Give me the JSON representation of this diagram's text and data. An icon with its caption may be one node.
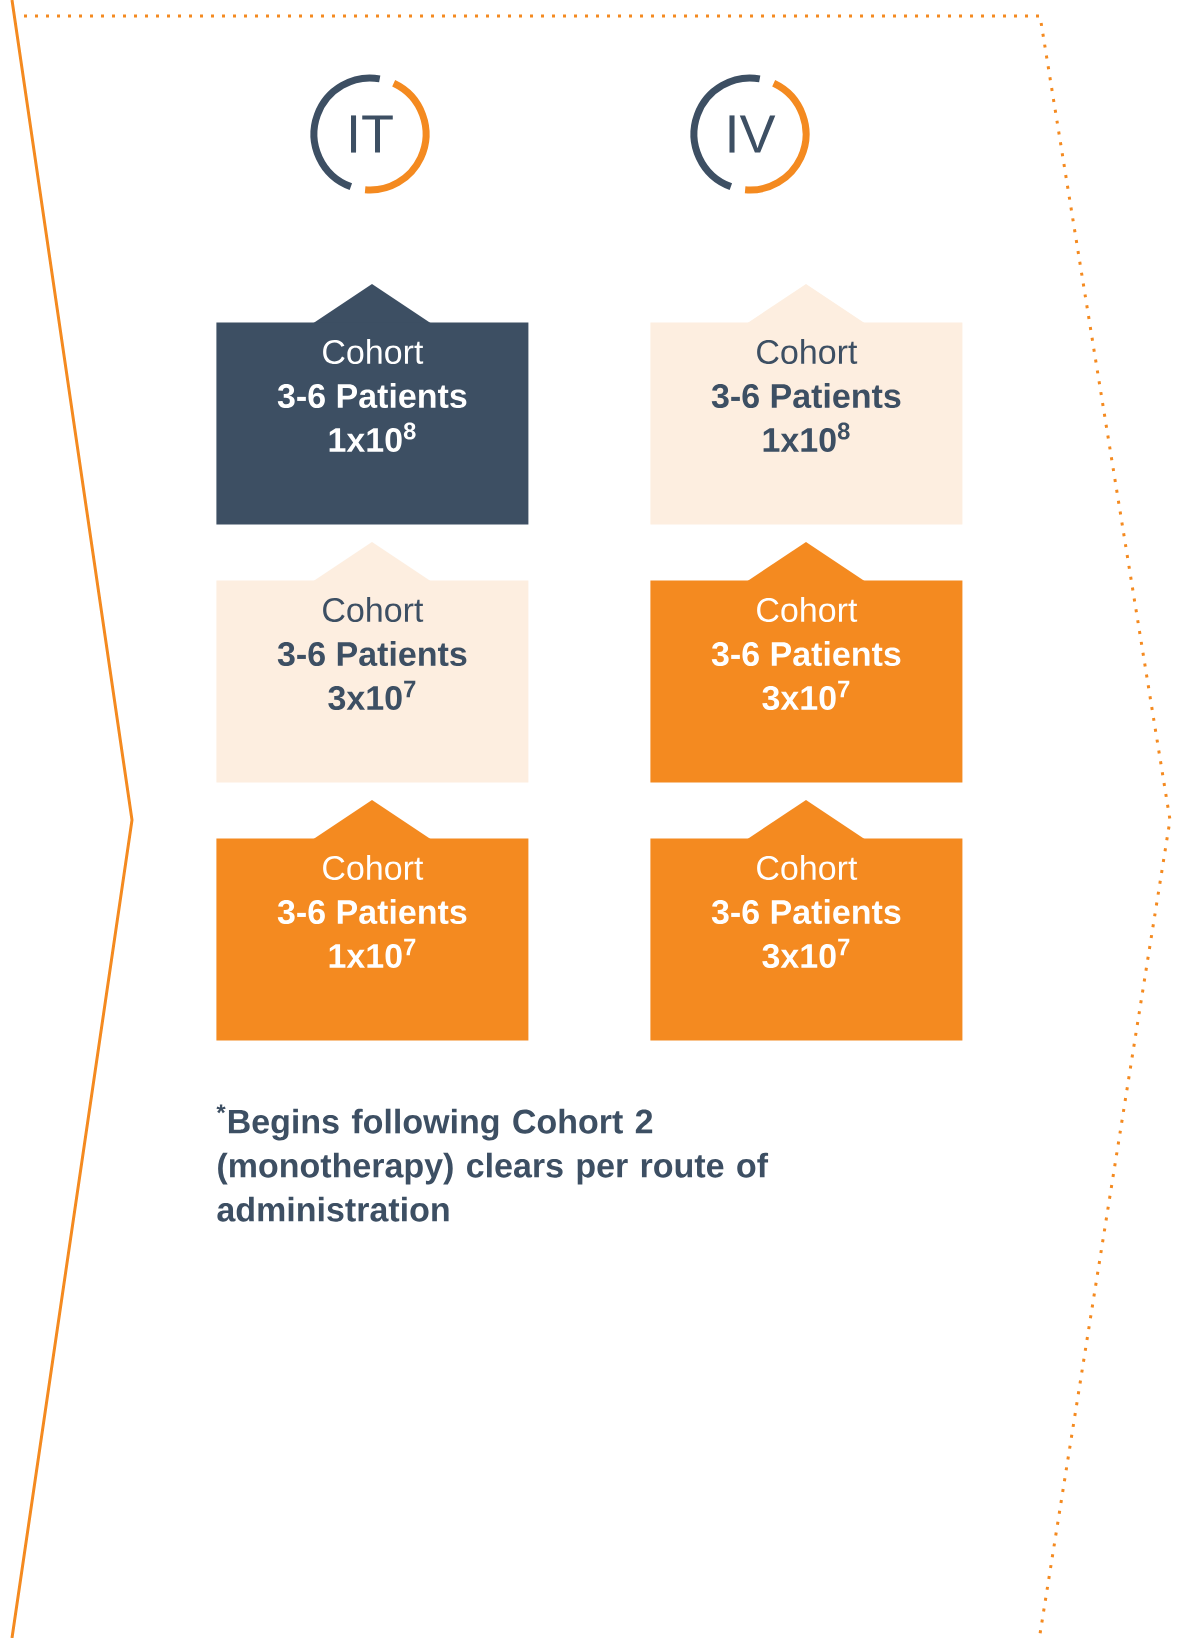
{
  "diagram": {
    "nodes": [
      {
        "text": [
          "IT"
        ]
      },
      {
        "text": [
          "IV"
        ]
      },
      {
        "text": [
          "Cohort",
          "3-6 Patients",
          "1x10$^{8}$"
        ]
      },
      {
        "text": [
          "Cohort",
          "3-6 Patients",
          "1x10$^{8}$"
        ]
      },
      {
        "text": [
          "Cohort",
          "3-6 Patients",
          "3x10$^{7}$"
        ]
      },
      {
        "text": [
          "Cohort",
          "3-6 Patients",
          "3x10$^{7}$"
        ]
      },
      {
        "text": [
          "Cohort",
          "3-6 Patients",
          "1x10$^{7}$"
        ]
      },
      {
        "text": [
          "Cohort",
          "3-6 Patients",
          "3x10$^{7}$"
        ]
      }
    ],
    "edges": [],
    "labels": [
      "$^{*}$Begins following Cohort 2 (monotherapy) clears per route of administration"
    ]
  }
}
